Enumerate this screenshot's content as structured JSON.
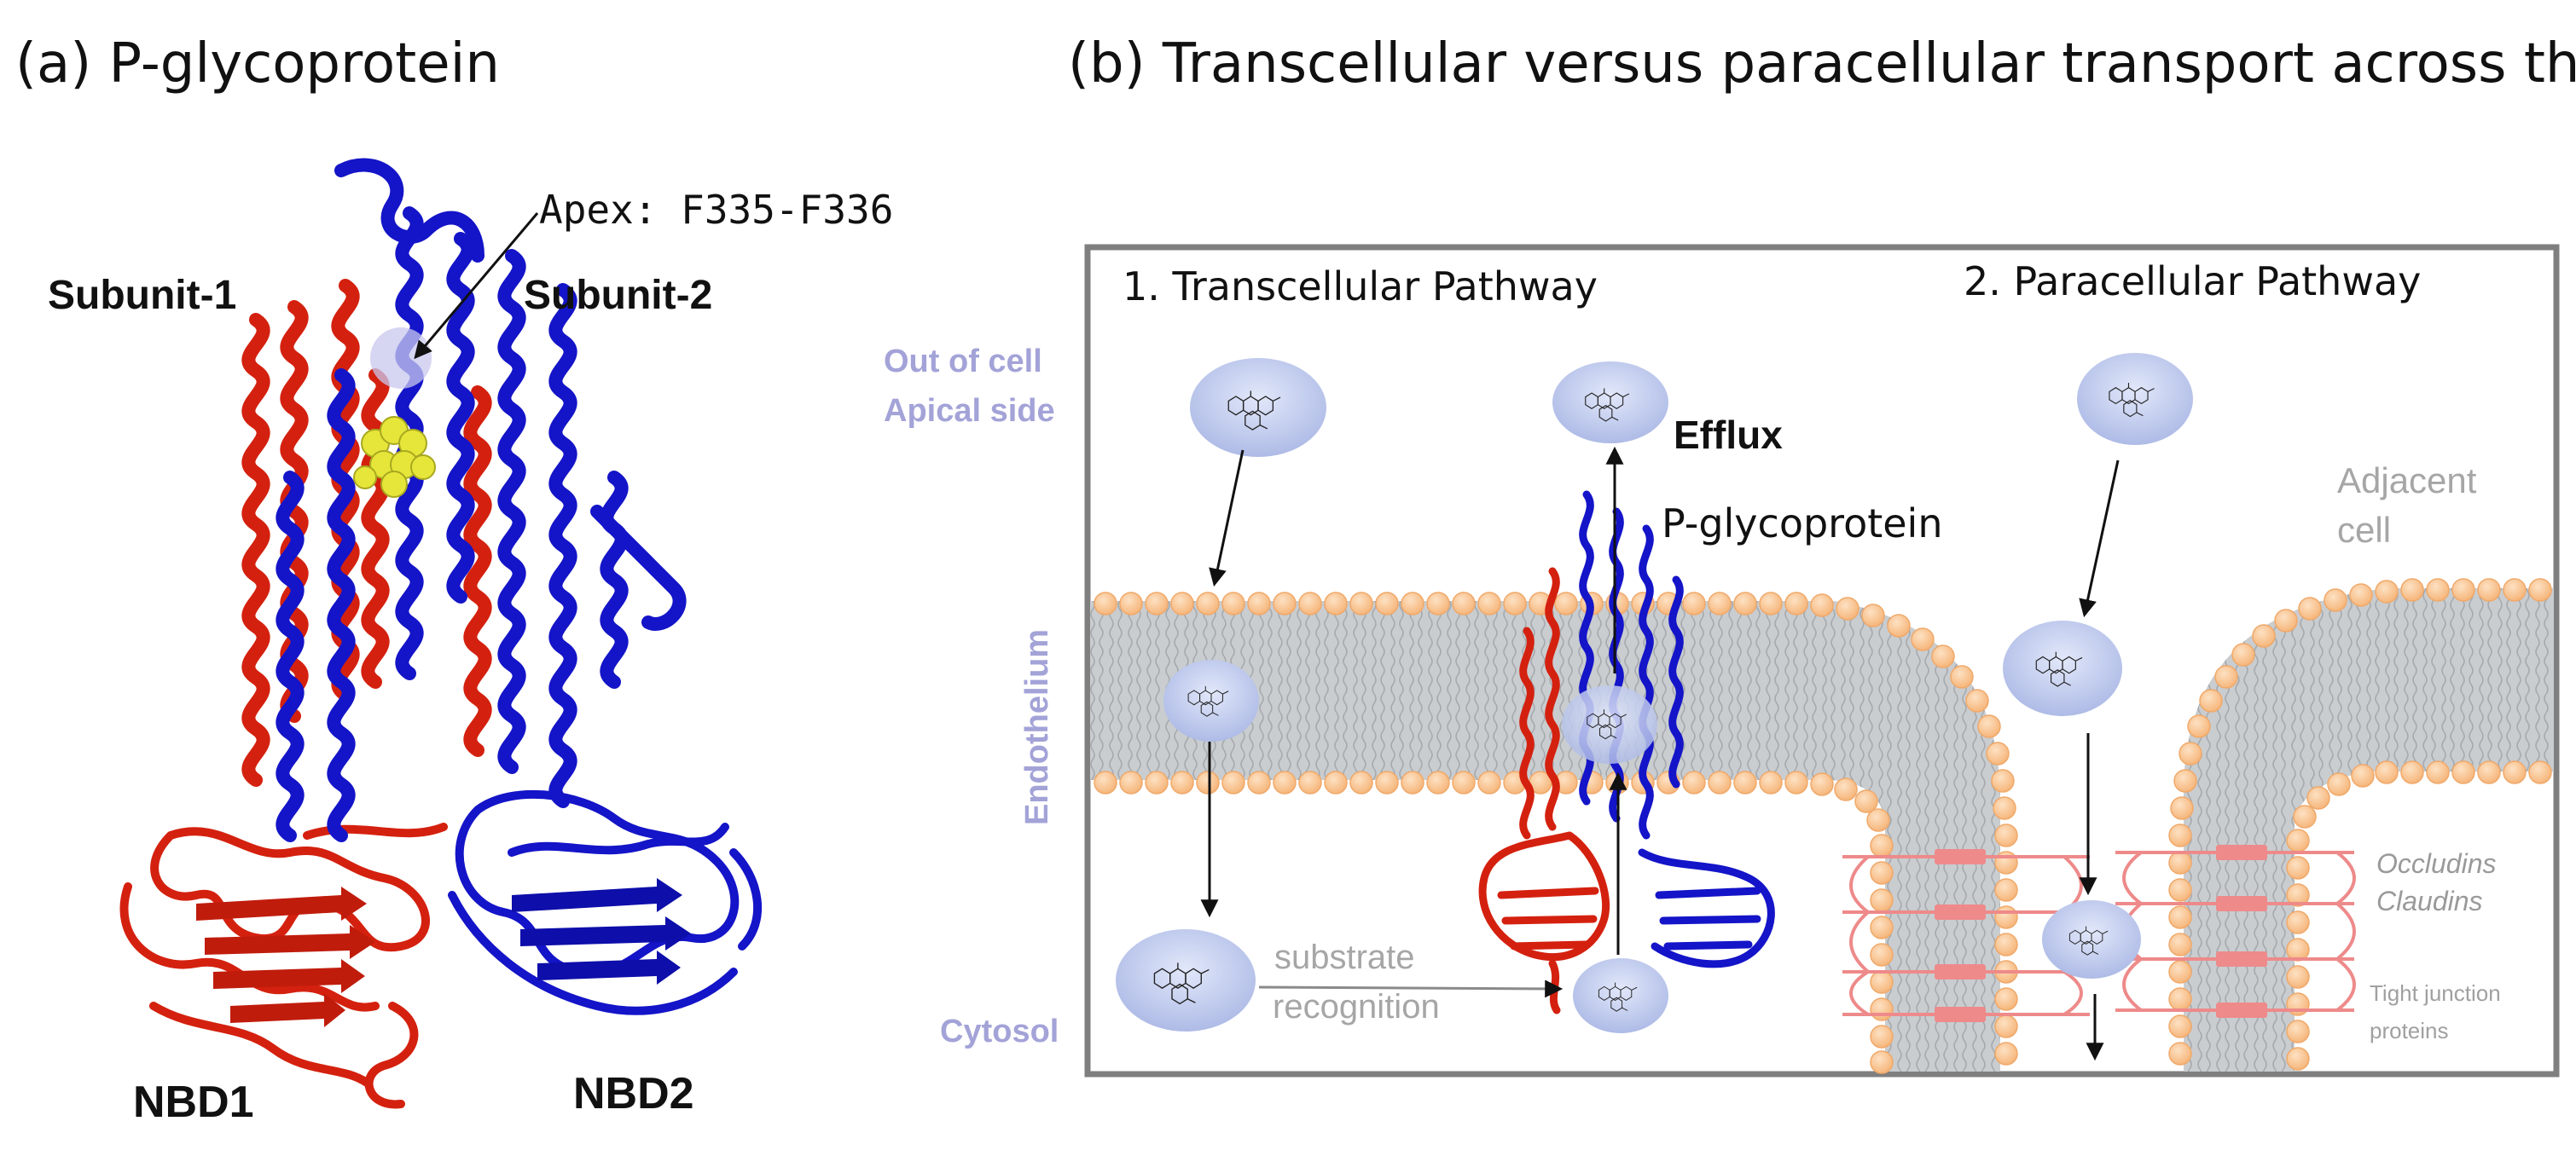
{
  "panel_a": {
    "title": "(a) P-glycoprotein",
    "apex_label": "Apex: F335-F336",
    "subunit1": "Subunit-1",
    "subunit2": "Subunit-2",
    "nbd1": "NBD1",
    "nbd2": "NBD2",
    "colors": {
      "subunit1": "#d4210f",
      "subunit2": "#1414c8",
      "ligand": "#e6e63a"
    }
  },
  "panel_b": {
    "title": "(b) Transcellular versus paracellular transport across the BBB",
    "pathway1": "1. Transcellular Pathway",
    "pathway2": "2. Paracellular Pathway",
    "out_of_cell": "Out of cell",
    "apical_side": "Apical side",
    "endothelium": "Endothelium",
    "cytosol": "Cytosol",
    "efflux": "Efflux",
    "pgp": "P-glycoprotein",
    "substrate_1": "substrate",
    "substrate_2": "recognition",
    "adjacent_1": "Adjacent",
    "adjacent_2": "cell",
    "occludins": "Occludins",
    "claudins": "Claudins",
    "tight_1": "Tight junction",
    "tight_2": "proteins",
    "colors": {
      "membrane": "#c9cdd0",
      "lipid_head": "#fbc99a",
      "molecule": "#c7d0ef",
      "tight_junction": "#f08a8a"
    }
  }
}
